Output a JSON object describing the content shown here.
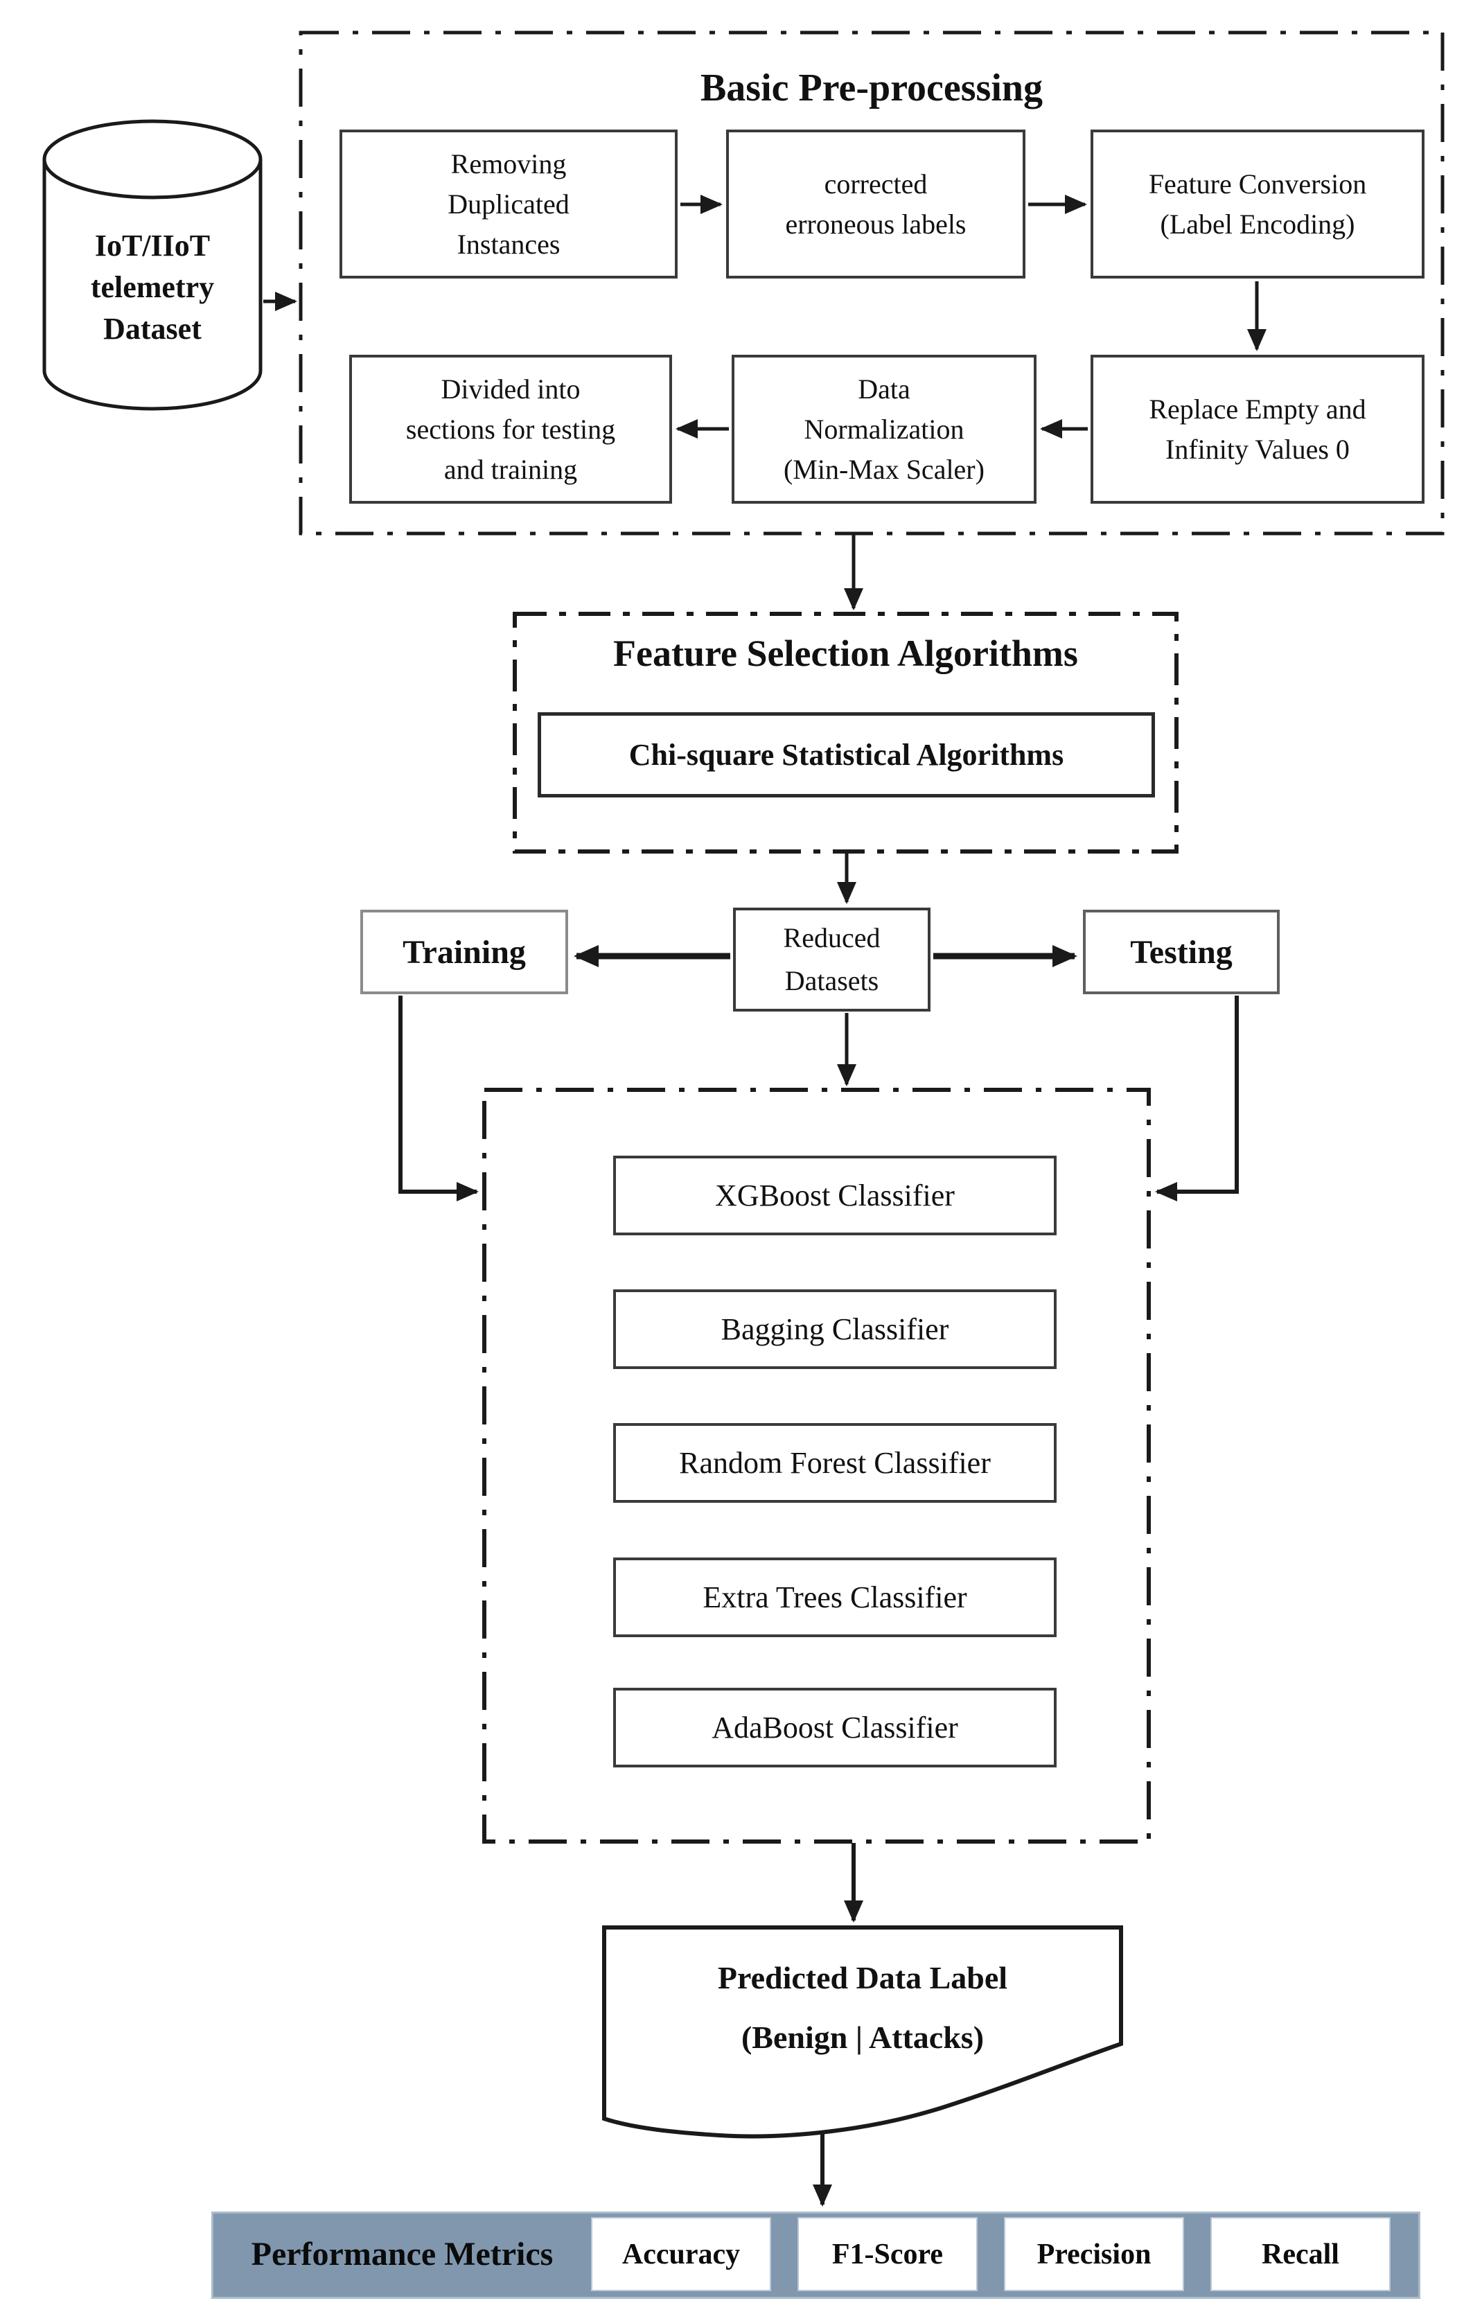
{
  "page": {
    "background": "#ffffff"
  },
  "diagram": {
    "dataset_cylinder": {
      "lines": [
        "IoT/IIoT",
        "telemetry",
        "Dataset"
      ]
    },
    "preprocessing": {
      "title": "Basic Pre-processing",
      "steps": [
        {
          "id": "remove-duplicates",
          "lines": [
            "Removing",
            "Duplicated",
            "Instances"
          ]
        },
        {
          "id": "correct-labels",
          "lines": [
            "corrected",
            "erroneous labels"
          ]
        },
        {
          "id": "feature-conversion",
          "lines": [
            "Feature Conversion",
            "(Label Encoding)"
          ]
        },
        {
          "id": "replace-empty",
          "lines": [
            "Replace Empty and",
            "Infinity Values 0"
          ]
        },
        {
          "id": "normalization",
          "lines": [
            "Data",
            "Normalization",
            "(Min-Max Scaler)"
          ]
        },
        {
          "id": "train-test-split",
          "lines": [
            "Divided into",
            "sections for testing",
            "and training"
          ]
        }
      ]
    },
    "feature_selection": {
      "title": "Feature Selection Algorithms",
      "method": "Chi-square Statistical Algorithms"
    },
    "reduced_datasets": {
      "lines": [
        "Reduced",
        "Datasets"
      ]
    },
    "training_label": "Training",
    "testing_label": "Testing",
    "classifiers": [
      "XGBoost Classifier",
      "Bagging Classifier",
      "Random Forest Classifier",
      "Extra Trees Classifier",
      "AdaBoost Classifier"
    ],
    "prediction": {
      "lines": [
        "Predicted Data Label",
        "(Benign | Attacks)"
      ]
    },
    "metrics": {
      "title": "Performance Metrics",
      "items": [
        "Accuracy",
        "F1-Score",
        "Precision",
        "Recall"
      ]
    },
    "colors": {
      "metrics_bar_fill": "#8097ae",
      "metrics_bar_border": "#a9bccb",
      "metrics_cell_fill": "#ffffff",
      "line": "#1a1a1a"
    },
    "edges": [
      {
        "from": "iot-dataset",
        "to": "preprocessing"
      },
      {
        "from": "remove-duplicates",
        "to": "correct-labels"
      },
      {
        "from": "correct-labels",
        "to": "feature-conversion"
      },
      {
        "from": "feature-conversion",
        "to": "replace-empty"
      },
      {
        "from": "replace-empty",
        "to": "normalization"
      },
      {
        "from": "normalization",
        "to": "train-test-split"
      },
      {
        "from": "preprocessing",
        "to": "feature-selection"
      },
      {
        "from": "feature-selection",
        "to": "reduced-datasets"
      },
      {
        "from": "reduced-datasets",
        "to": "training"
      },
      {
        "from": "reduced-datasets",
        "to": "testing"
      },
      {
        "from": "reduced-datasets",
        "to": "classifiers"
      },
      {
        "from": "training",
        "to": "classifiers"
      },
      {
        "from": "testing",
        "to": "classifiers"
      },
      {
        "from": "classifiers",
        "to": "prediction"
      },
      {
        "from": "prediction",
        "to": "performance-metrics"
      }
    ]
  }
}
